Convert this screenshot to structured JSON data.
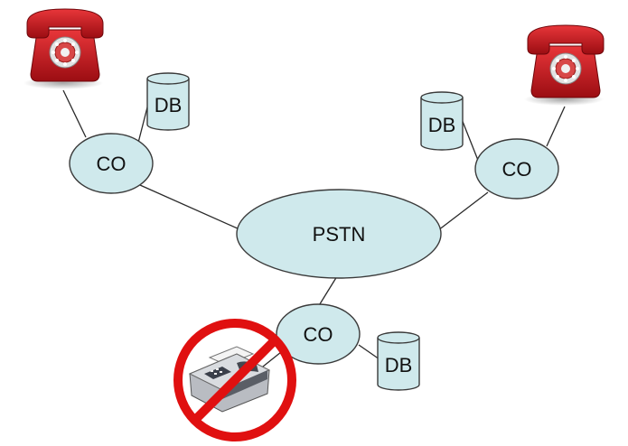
{
  "diagram": {
    "nodes": {
      "pstn": {
        "label": "PSTN"
      },
      "co_left": {
        "label": "CO"
      },
      "co_right": {
        "label": "CO"
      },
      "co_bottom": {
        "label": "CO"
      },
      "db_left": {
        "label": "DB"
      },
      "db_right": {
        "label": "DB"
      },
      "db_bottom": {
        "label": "DB"
      }
    },
    "devices": {
      "phone_left": {
        "icon": "red-telephone-icon"
      },
      "phone_right": {
        "icon": "red-telephone-icon"
      },
      "fax": {
        "icon": "fax-machine-icon",
        "blocked": true
      }
    },
    "colors": {
      "node_fill": "#cfe9ec",
      "phone_red": "#c8161d",
      "prohibit_red": "#e01010"
    }
  }
}
